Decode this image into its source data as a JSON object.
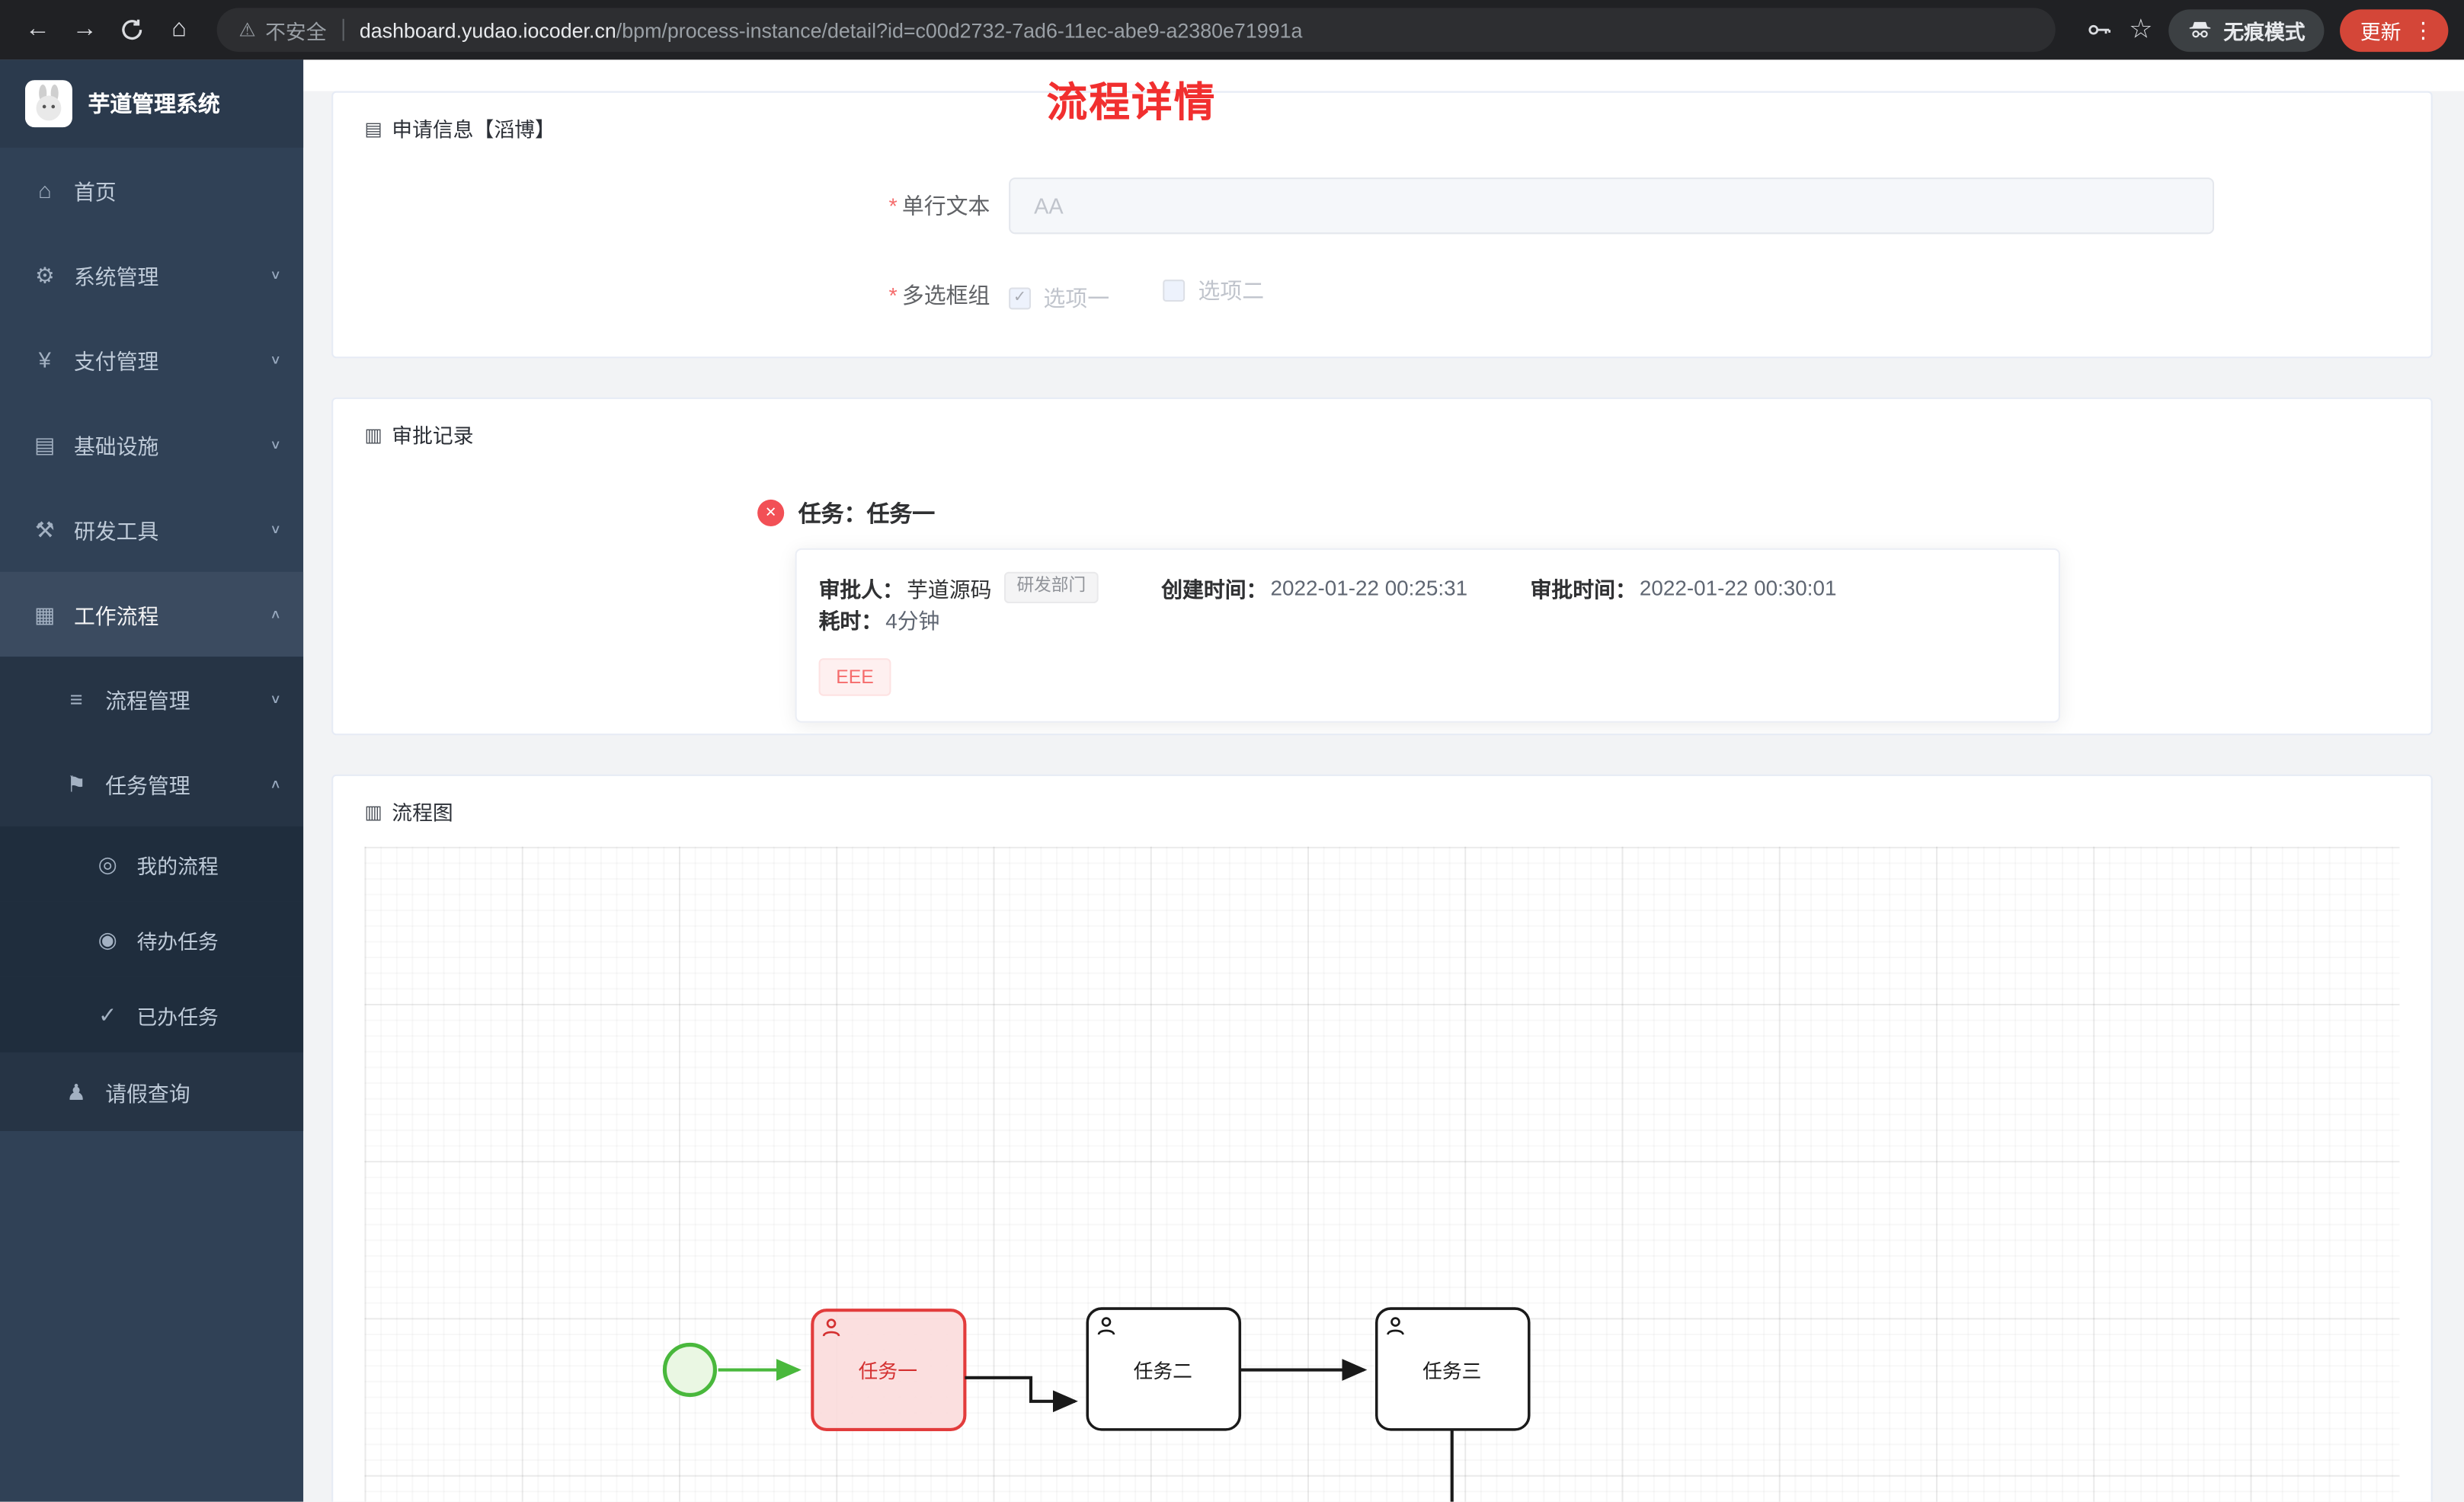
{
  "browser": {
    "security_label": "不安全",
    "url_domain": "dashboard.yudao.iocoder.cn",
    "url_path": "/bpm/process-instance/detail?id=c00d2732-7ad6-11ec-abe9-a2380e71991a",
    "incognito_label": "无痕模式",
    "update_label": "更新",
    "menu_dots": "⋮",
    "back_glyph": "←",
    "forward_glyph": "→",
    "home_glyph": "⌂",
    "star_glyph": "☆",
    "warn_glyph": "⚠"
  },
  "sidebar": {
    "app_title": "芋道管理系统",
    "items": [
      {
        "icon": "⌂",
        "label": "首页",
        "chevron": ""
      },
      {
        "icon": "⚙",
        "label": "系统管理",
        "chevron": "∨"
      },
      {
        "icon": "¥",
        "label": "支付管理",
        "chevron": "∨"
      },
      {
        "icon": "▤",
        "label": "基础设施",
        "chevron": "∨"
      },
      {
        "icon": "⚒",
        "label": "研发工具",
        "chevron": "∨"
      },
      {
        "icon": "▦",
        "label": "工作流程",
        "chevron": "∧"
      },
      {
        "icon": "≡",
        "label": "流程管理",
        "chevron": "∨"
      },
      {
        "icon": "⚑",
        "label": "任务管理",
        "chevron": "∧"
      },
      {
        "icon": "◎",
        "label": "我的流程",
        "chevron": ""
      },
      {
        "icon": "◉",
        "label": "待办任务",
        "chevron": ""
      },
      {
        "icon": "✓",
        "label": "已办任务",
        "chevron": ""
      },
      {
        "icon": "♟",
        "label": "请假查询",
        "chevron": ""
      }
    ]
  },
  "page": {
    "title": "流程详情",
    "required_mark": "*"
  },
  "apply_card": {
    "icon": "▤",
    "title": "申请信息【滔博】",
    "field1_label": "单行文本",
    "field1_value": "AA",
    "field2_label": "多选框组",
    "option1_label": "选项一",
    "option1_checked": "✓",
    "option2_label": "选项二"
  },
  "approval_card": {
    "icon": "▥",
    "title": "审批记录",
    "error_glyph": "✕",
    "task_title": "任务：任务一",
    "approver_label": "审批人：",
    "approver_name": "芋道源码",
    "dept_tag": "研发部门",
    "created_label": "创建时间：",
    "created_time": "2022-01-22 00:25:31",
    "approved_label": "审批时间：",
    "approved_time": "2022-01-22 00:30:01",
    "duration_label": "耗时：",
    "duration_value": "4分钟",
    "comment_tag": "EEE"
  },
  "diagram_card": {
    "icon": "▥",
    "title": "流程图",
    "tasks": [
      "任务一",
      "任务二",
      "任务三"
    ]
  },
  "colors": {
    "sidebar_bg": "#304156",
    "submenu_bg": "#1f2d3d",
    "title_red": "#f12f2f",
    "danger": "#f56c6c",
    "task_highlight_border": "#e23c3c",
    "task_highlight_fill": "#fbdcdc",
    "start_event_green": "#49b83c",
    "update_button": "#d44638"
  }
}
